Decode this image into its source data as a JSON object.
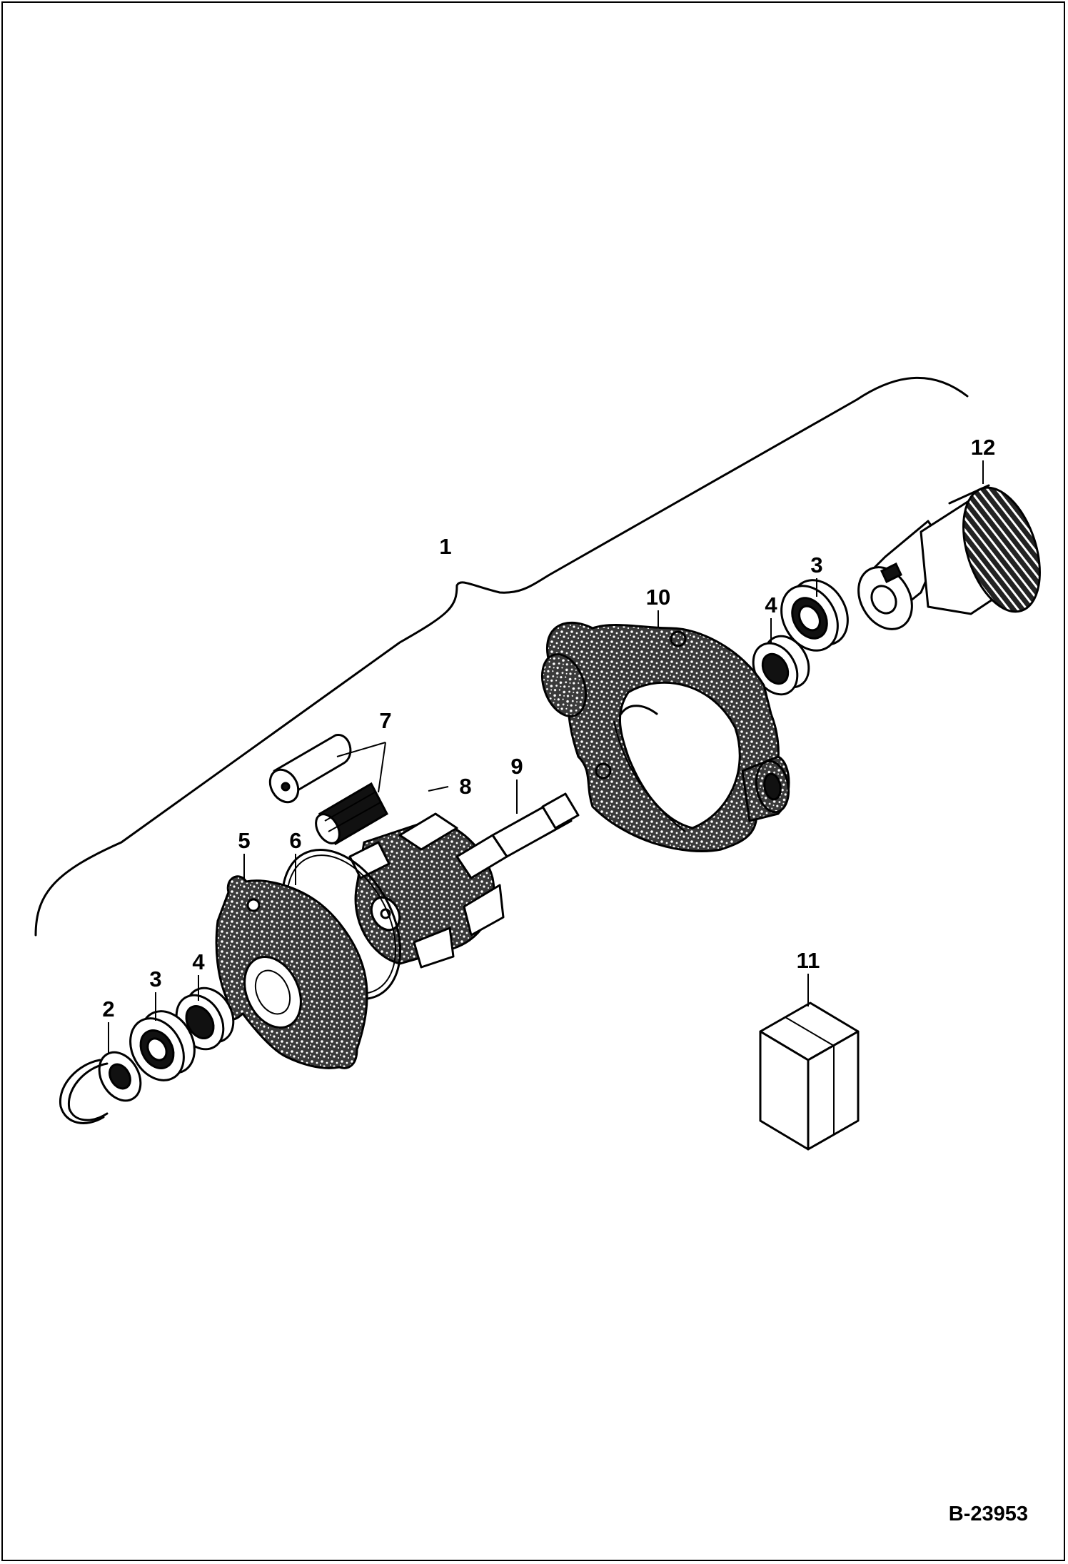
{
  "diagram": {
    "reference_code": "B-23953",
    "callouts": [
      {
        "id": "c1",
        "text": "1"
      },
      {
        "id": "c2",
        "text": "2"
      },
      {
        "id": "c3a",
        "text": "3"
      },
      {
        "id": "c3b",
        "text": "3"
      },
      {
        "id": "c4a",
        "text": "4"
      },
      {
        "id": "c4b",
        "text": "4"
      },
      {
        "id": "c5",
        "text": "5"
      },
      {
        "id": "c6",
        "text": "6"
      },
      {
        "id": "c7",
        "text": "7"
      },
      {
        "id": "c8",
        "text": "8"
      },
      {
        "id": "c9",
        "text": "9"
      },
      {
        "id": "c10",
        "text": "10"
      },
      {
        "id": "c11",
        "text": "11"
      },
      {
        "id": "c12",
        "text": "12"
      }
    ],
    "colors": {
      "line": "#000000",
      "background": "#ffffff"
    }
  }
}
